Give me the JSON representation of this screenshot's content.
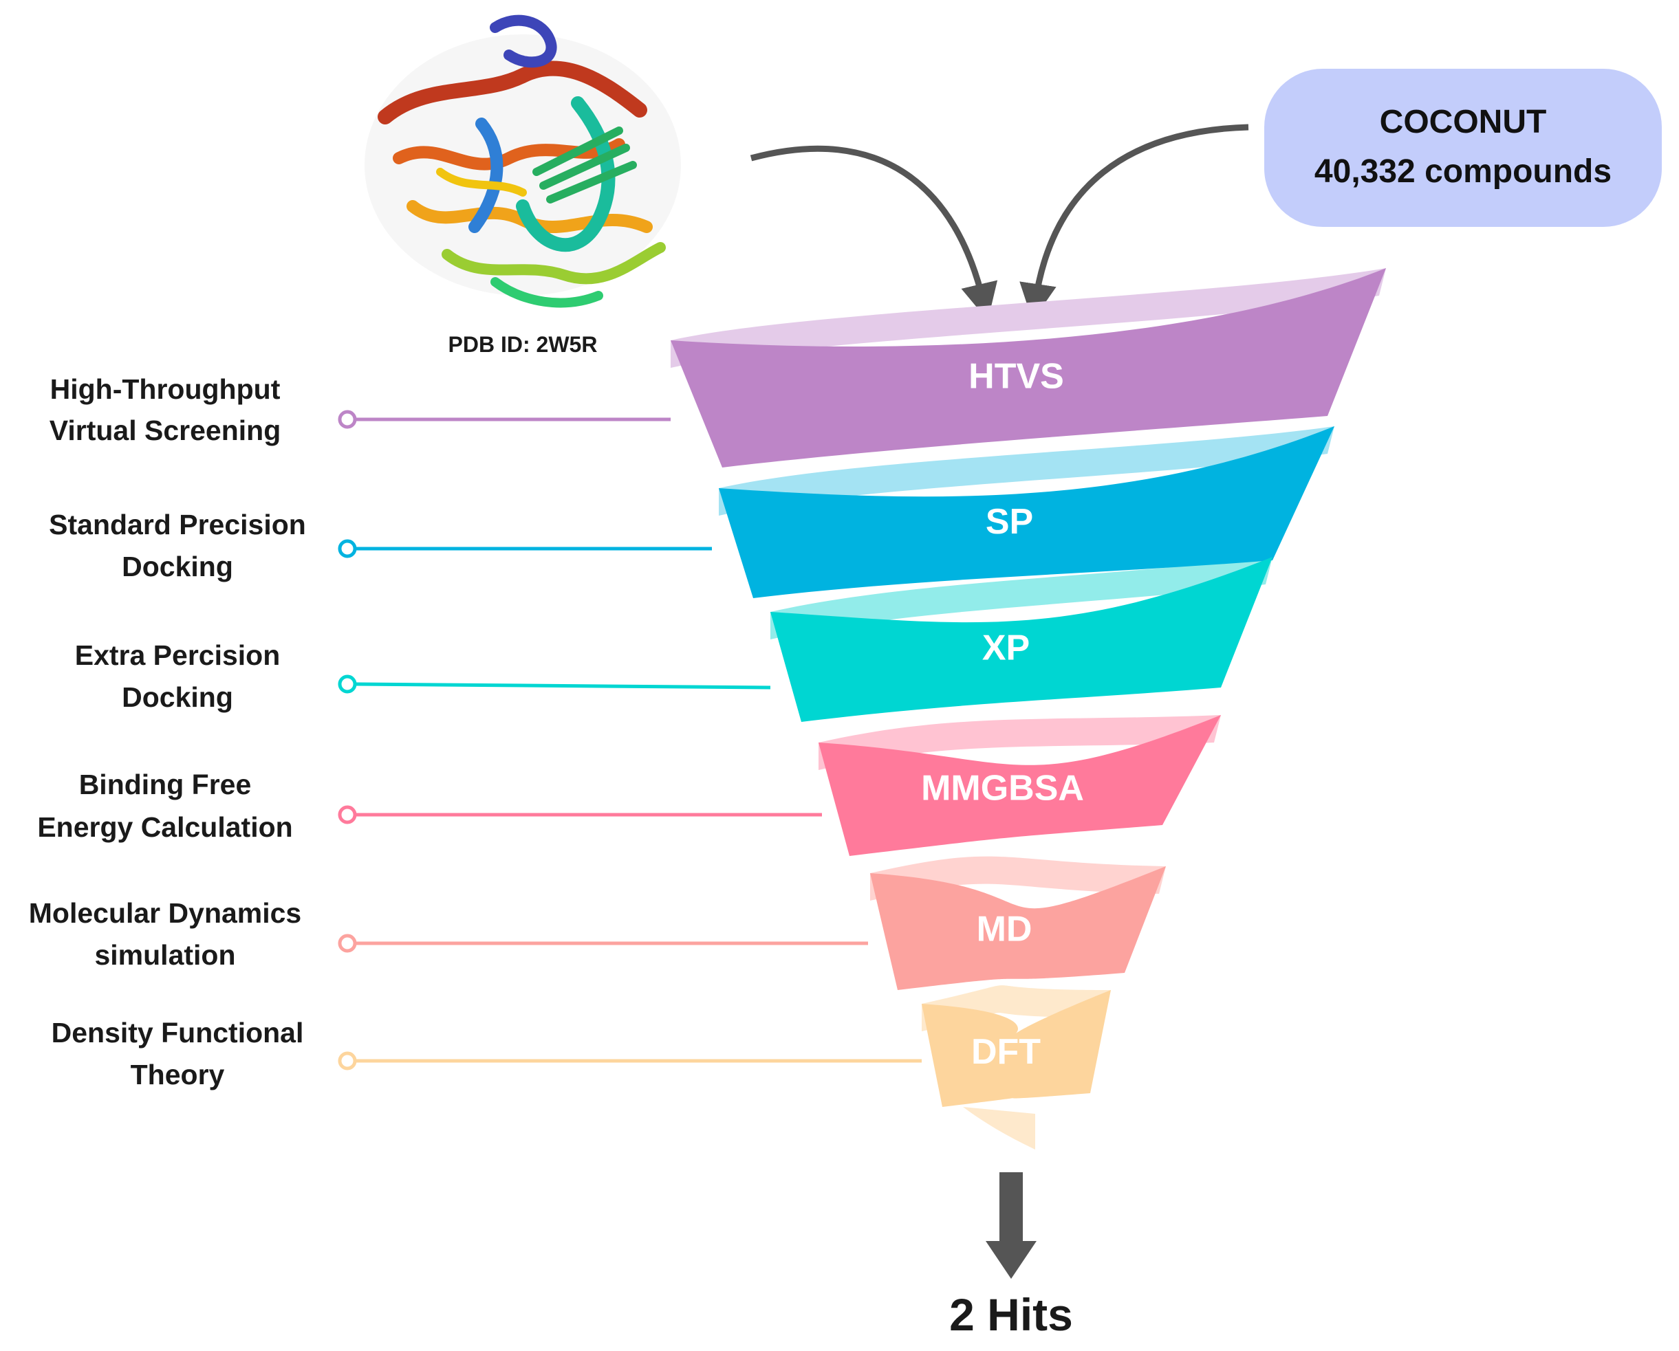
{
  "protein": {
    "label": "PDB ID: 2W5R"
  },
  "source": {
    "name": "COCONUT",
    "count": "40,332 compounds",
    "fill_color": "#c3cdfb"
  },
  "stages": [
    {
      "abbr": "HTVS",
      "desc_line1": "High-Throughput",
      "desc_line2": "Virtual Screening",
      "color": "#bd85c7",
      "light": "#e4cbe9"
    },
    {
      "abbr": "SP",
      "desc_line1": "Standard Precision",
      "desc_line2": "Docking",
      "color": "#00b3e0",
      "light": "#a4e3f3"
    },
    {
      "abbr": "XP",
      "desc_line1": "Extra Percision",
      "desc_line2": "Docking",
      "color": "#00d6d2",
      "light": "#92ecea"
    },
    {
      "abbr": "MMGBSA",
      "desc_line1": "Binding Free",
      "desc_line2": "Energy Calculation",
      "color": "#ff7a9b",
      "light": "#ffc3d2"
    },
    {
      "abbr": "MD",
      "desc_line1": "Molecular Dynamics",
      "desc_line2": "simulation",
      "color": "#fca39f",
      "light": "#ffd3d0"
    },
    {
      "abbr": "DFT",
      "desc_line1": "Density Functional",
      "desc_line2": "Theory",
      "color": "#fdd59d",
      "light": "#fee9cc"
    }
  ],
  "result": {
    "label": "2 Hits"
  },
  "colors": {
    "arrow": "#555555",
    "text": "#1a1a1a"
  }
}
